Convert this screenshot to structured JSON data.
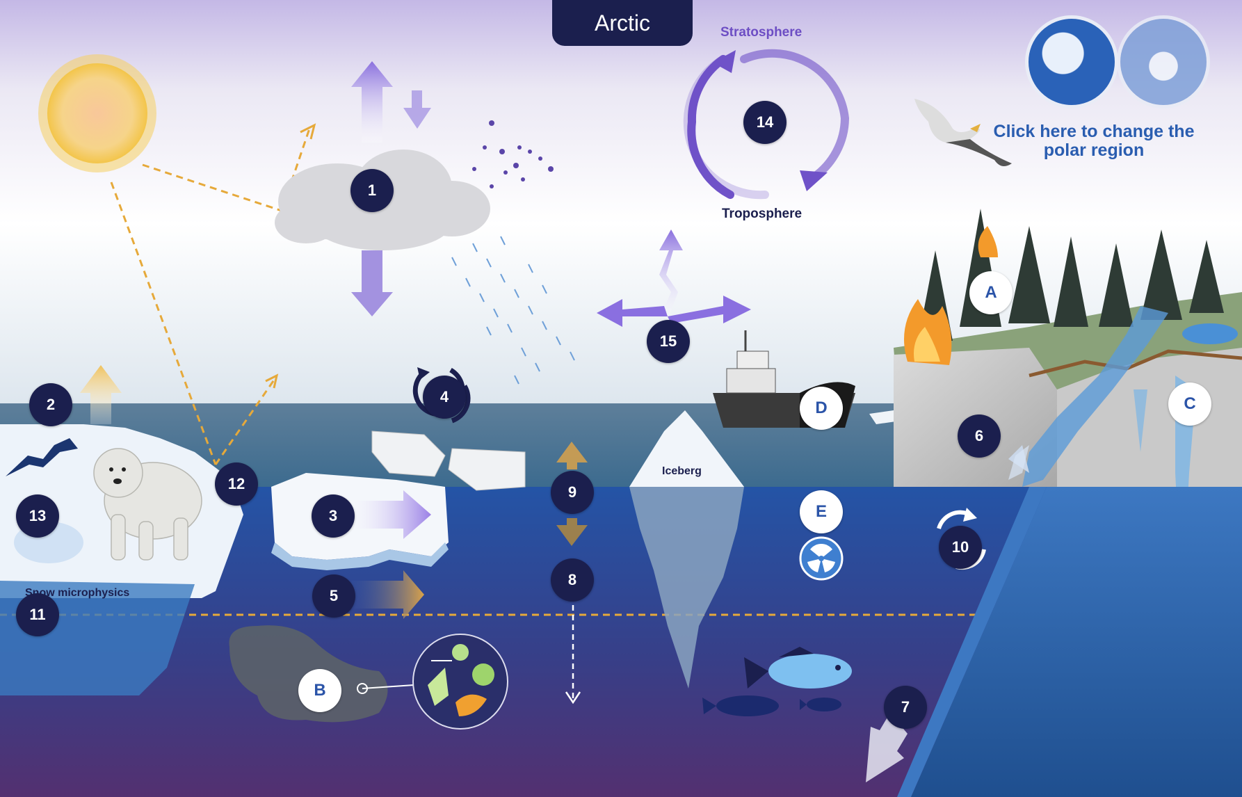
{
  "header": {
    "title": "Arctic"
  },
  "atmosphere": {
    "upper_label": "Stratosphere",
    "lower_label": "Troposphere"
  },
  "labels": {
    "iceberg": "Iceberg",
    "snow": "Snow microphysics"
  },
  "region_switch": {
    "text": "Click here to change the polar region"
  },
  "markers": {
    "m1": "1",
    "m2": "2",
    "m3": "3",
    "m4": "4",
    "m5": "5",
    "m6": "6",
    "m7": "7",
    "m8": "8",
    "m9": "9",
    "m10": "10",
    "m11": "11",
    "m12": "12",
    "m13": "13",
    "m14": "14",
    "m15": "15",
    "A": "A",
    "B": "B",
    "C": "C",
    "D": "D",
    "E": "E"
  },
  "icons": [
    "sun-icon",
    "cloud-icon",
    "polar-bear-icon",
    "seagull-icon",
    "ship-icon",
    "fish-icon",
    "radiation-icon",
    "plankton-icon",
    "fire-icon",
    "forest-icon",
    "arctic-globe-icon",
    "antarctic-globe-icon"
  ],
  "colors": {
    "navy": "#1b1f4e",
    "ocean": "#2553a4",
    "deep_ocean": "#4a2f73",
    "purple_arrow": "#8a6fe0",
    "gold_arrow": "#e6a93a"
  }
}
